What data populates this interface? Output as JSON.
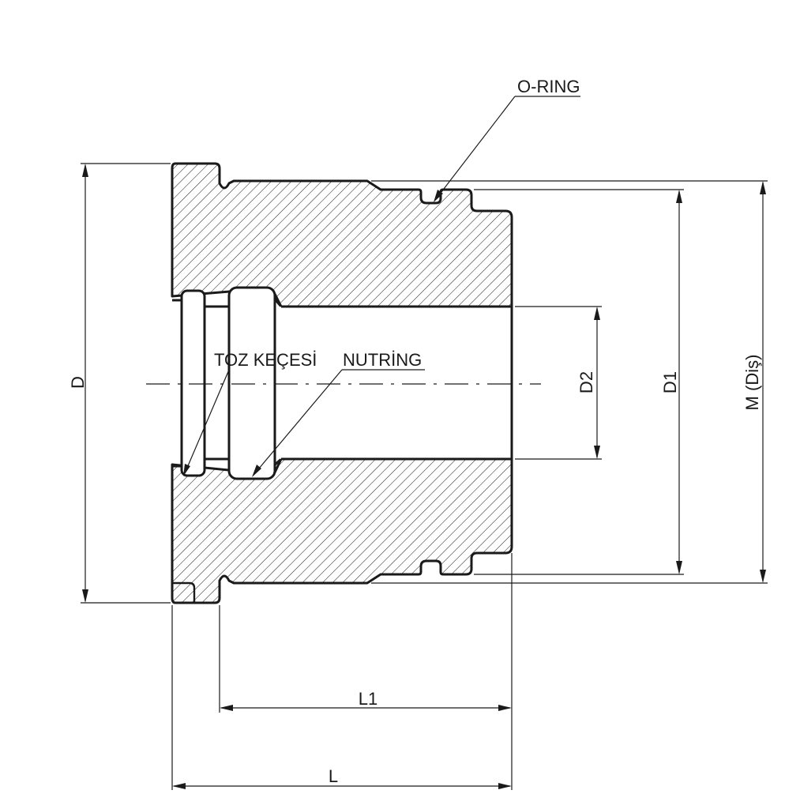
{
  "labels": {
    "oring": "O-RING",
    "dust_seal": "TOZ KEÇESİ",
    "nut_ring": "NUTRİNG"
  },
  "dimensions": {
    "d": "D",
    "d1": "D1",
    "d2": "D2",
    "m": "M  (Diş)",
    "l1": "L1",
    "l": "L"
  }
}
